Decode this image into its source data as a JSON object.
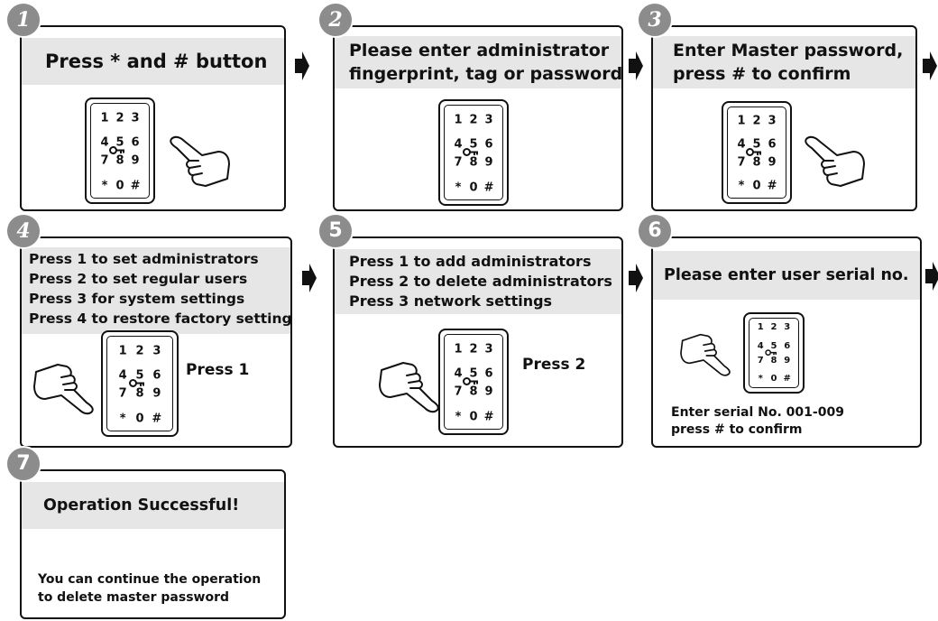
{
  "steps": [
    {
      "number": "1",
      "lines": [
        "Press * and # button"
      ]
    },
    {
      "number": "2",
      "lines": [
        "Please enter administrator",
        "fingerprint, tag or password"
      ]
    },
    {
      "number": "3",
      "lines": [
        "Enter Master password,",
        "press # to confirm"
      ]
    },
    {
      "number": "4",
      "lines": [
        "Press 1 to set administrators",
        "Press 2  to set regular users",
        "Press 3 for system settings",
        "Press 4 to restore factory setting"
      ],
      "side_label": "Press 1"
    },
    {
      "number": "5",
      "lines": [
        "Press 1 to add administrators",
        "Press 2 to delete administrators",
        "Press 3  network settings"
      ],
      "side_label": "Press 2"
    },
    {
      "number": "6",
      "lines": [
        "Please enter user serial no."
      ],
      "note_lines": [
        "Enter serial No. 001-009",
        "press # to confirm"
      ]
    },
    {
      "number": "7",
      "lines": [
        "Operation Successful!"
      ],
      "note_lines": [
        "You can continue the operation",
        "to delete master password"
      ]
    }
  ],
  "keypad_keys": [
    "1",
    "2",
    "3",
    "4",
    "5",
    "6",
    "7",
    "8",
    "9",
    "*",
    "0",
    "#"
  ],
  "icons": {
    "hand": "pointing-hand-icon",
    "key": "key-icon",
    "arrow": "next-arrow-icon"
  },
  "colors": {
    "band": "#e6e6e6",
    "badge": "#8c8c8c",
    "ink": "#111111"
  }
}
